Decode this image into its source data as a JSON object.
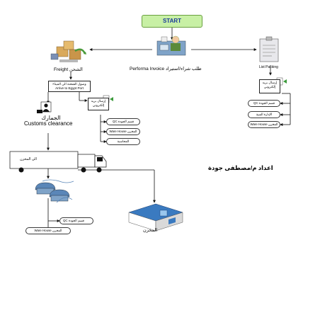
{
  "start": {
    "label": "START"
  },
  "freight": {
    "label": "Freight الشحن"
  },
  "performa": {
    "label": "Performa Invoice طلب شراء/استيراد"
  },
  "list_picking": {
    "label": "List Packing"
  },
  "arrive_box": {
    "line1": "وصول الشحنة الى الميناء",
    "line2": "Arrive to Egypt Port"
  },
  "email_left": {
    "line1": "إرسال بريد",
    "line2": "إلكتروني"
  },
  "email_right": {
    "line1": "إرسال بريد",
    "line2": "إلكتروني"
  },
  "customs": {
    "line1": "الجمارك",
    "line2": "Customs clearance"
  },
  "left_pills": [
    "QC قسم الجودة",
    "Ware House المخزن",
    "المحاسبة"
  ],
  "right_pills": [
    "QC قسم الجودة",
    "الإدارة الفنية",
    "Ware House المخزن"
  ],
  "truck": {
    "label": "الى المخزن"
  },
  "bottom_pills": [
    "QC قسم الجودة",
    "Ware House المخزن"
  ],
  "warehouse": {
    "label": "المخزن"
  },
  "author": {
    "text": "اعداد م/مصطفى جودة"
  }
}
